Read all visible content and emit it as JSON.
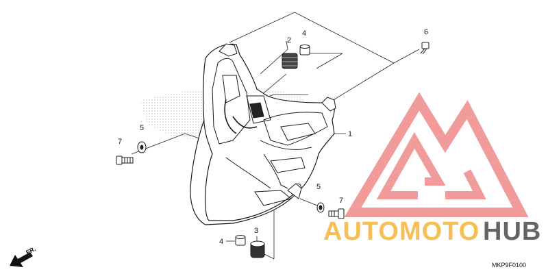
{
  "diagram": {
    "callouts": {
      "c1": "1",
      "c2": "2",
      "c3": "3",
      "c4a": "4",
      "c4b": "4",
      "c5a": "5",
      "c5b": "5",
      "c6": "6",
      "c7a": "7",
      "c7b": "7"
    },
    "direction_label": "FR.",
    "diagram_code": "MKP9F0100"
  },
  "watermark": {
    "word_part_1": "AUTOMOTO",
    "word_part_2": "HUB",
    "color_primary": "#f08a8a",
    "color_accent": "#f5b942",
    "color_dark": "#555555"
  }
}
